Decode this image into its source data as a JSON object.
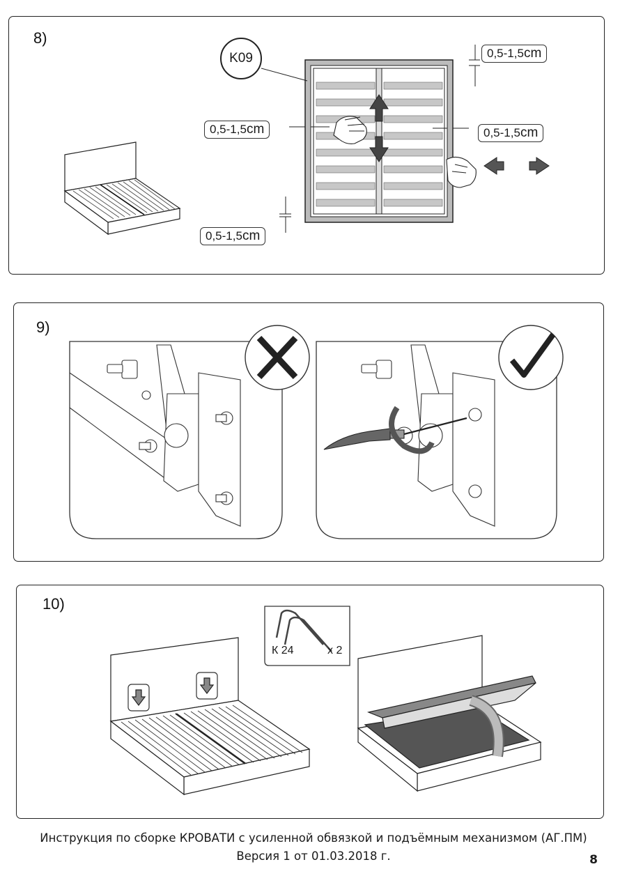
{
  "steps": [
    {
      "number": "8)",
      "part_id": "K09",
      "gap_labels": [
        {
          "value": "0,5-1,5",
          "unit": "cm"
        },
        {
          "value": "0,5-1,5",
          "unit": "cm"
        },
        {
          "value": "0,5-1,5",
          "unit": "cm"
        },
        {
          "value": "0,5-1,5",
          "unit": "cm"
        }
      ]
    },
    {
      "number": "9)",
      "wrong_icon": "cross-icon",
      "correct_icon": "checkmark-icon"
    },
    {
      "number": "10)",
      "part_label": "К 24",
      "part_qty": "x 2"
    }
  ],
  "footer": {
    "line1": "Инструкция по сборке КРОВАТИ с усиленной обвязкой и подъёмным механизмом (АГ.ПМ)",
    "line2": "Версия 1 от 01.03.2018 г.",
    "page": "8"
  }
}
